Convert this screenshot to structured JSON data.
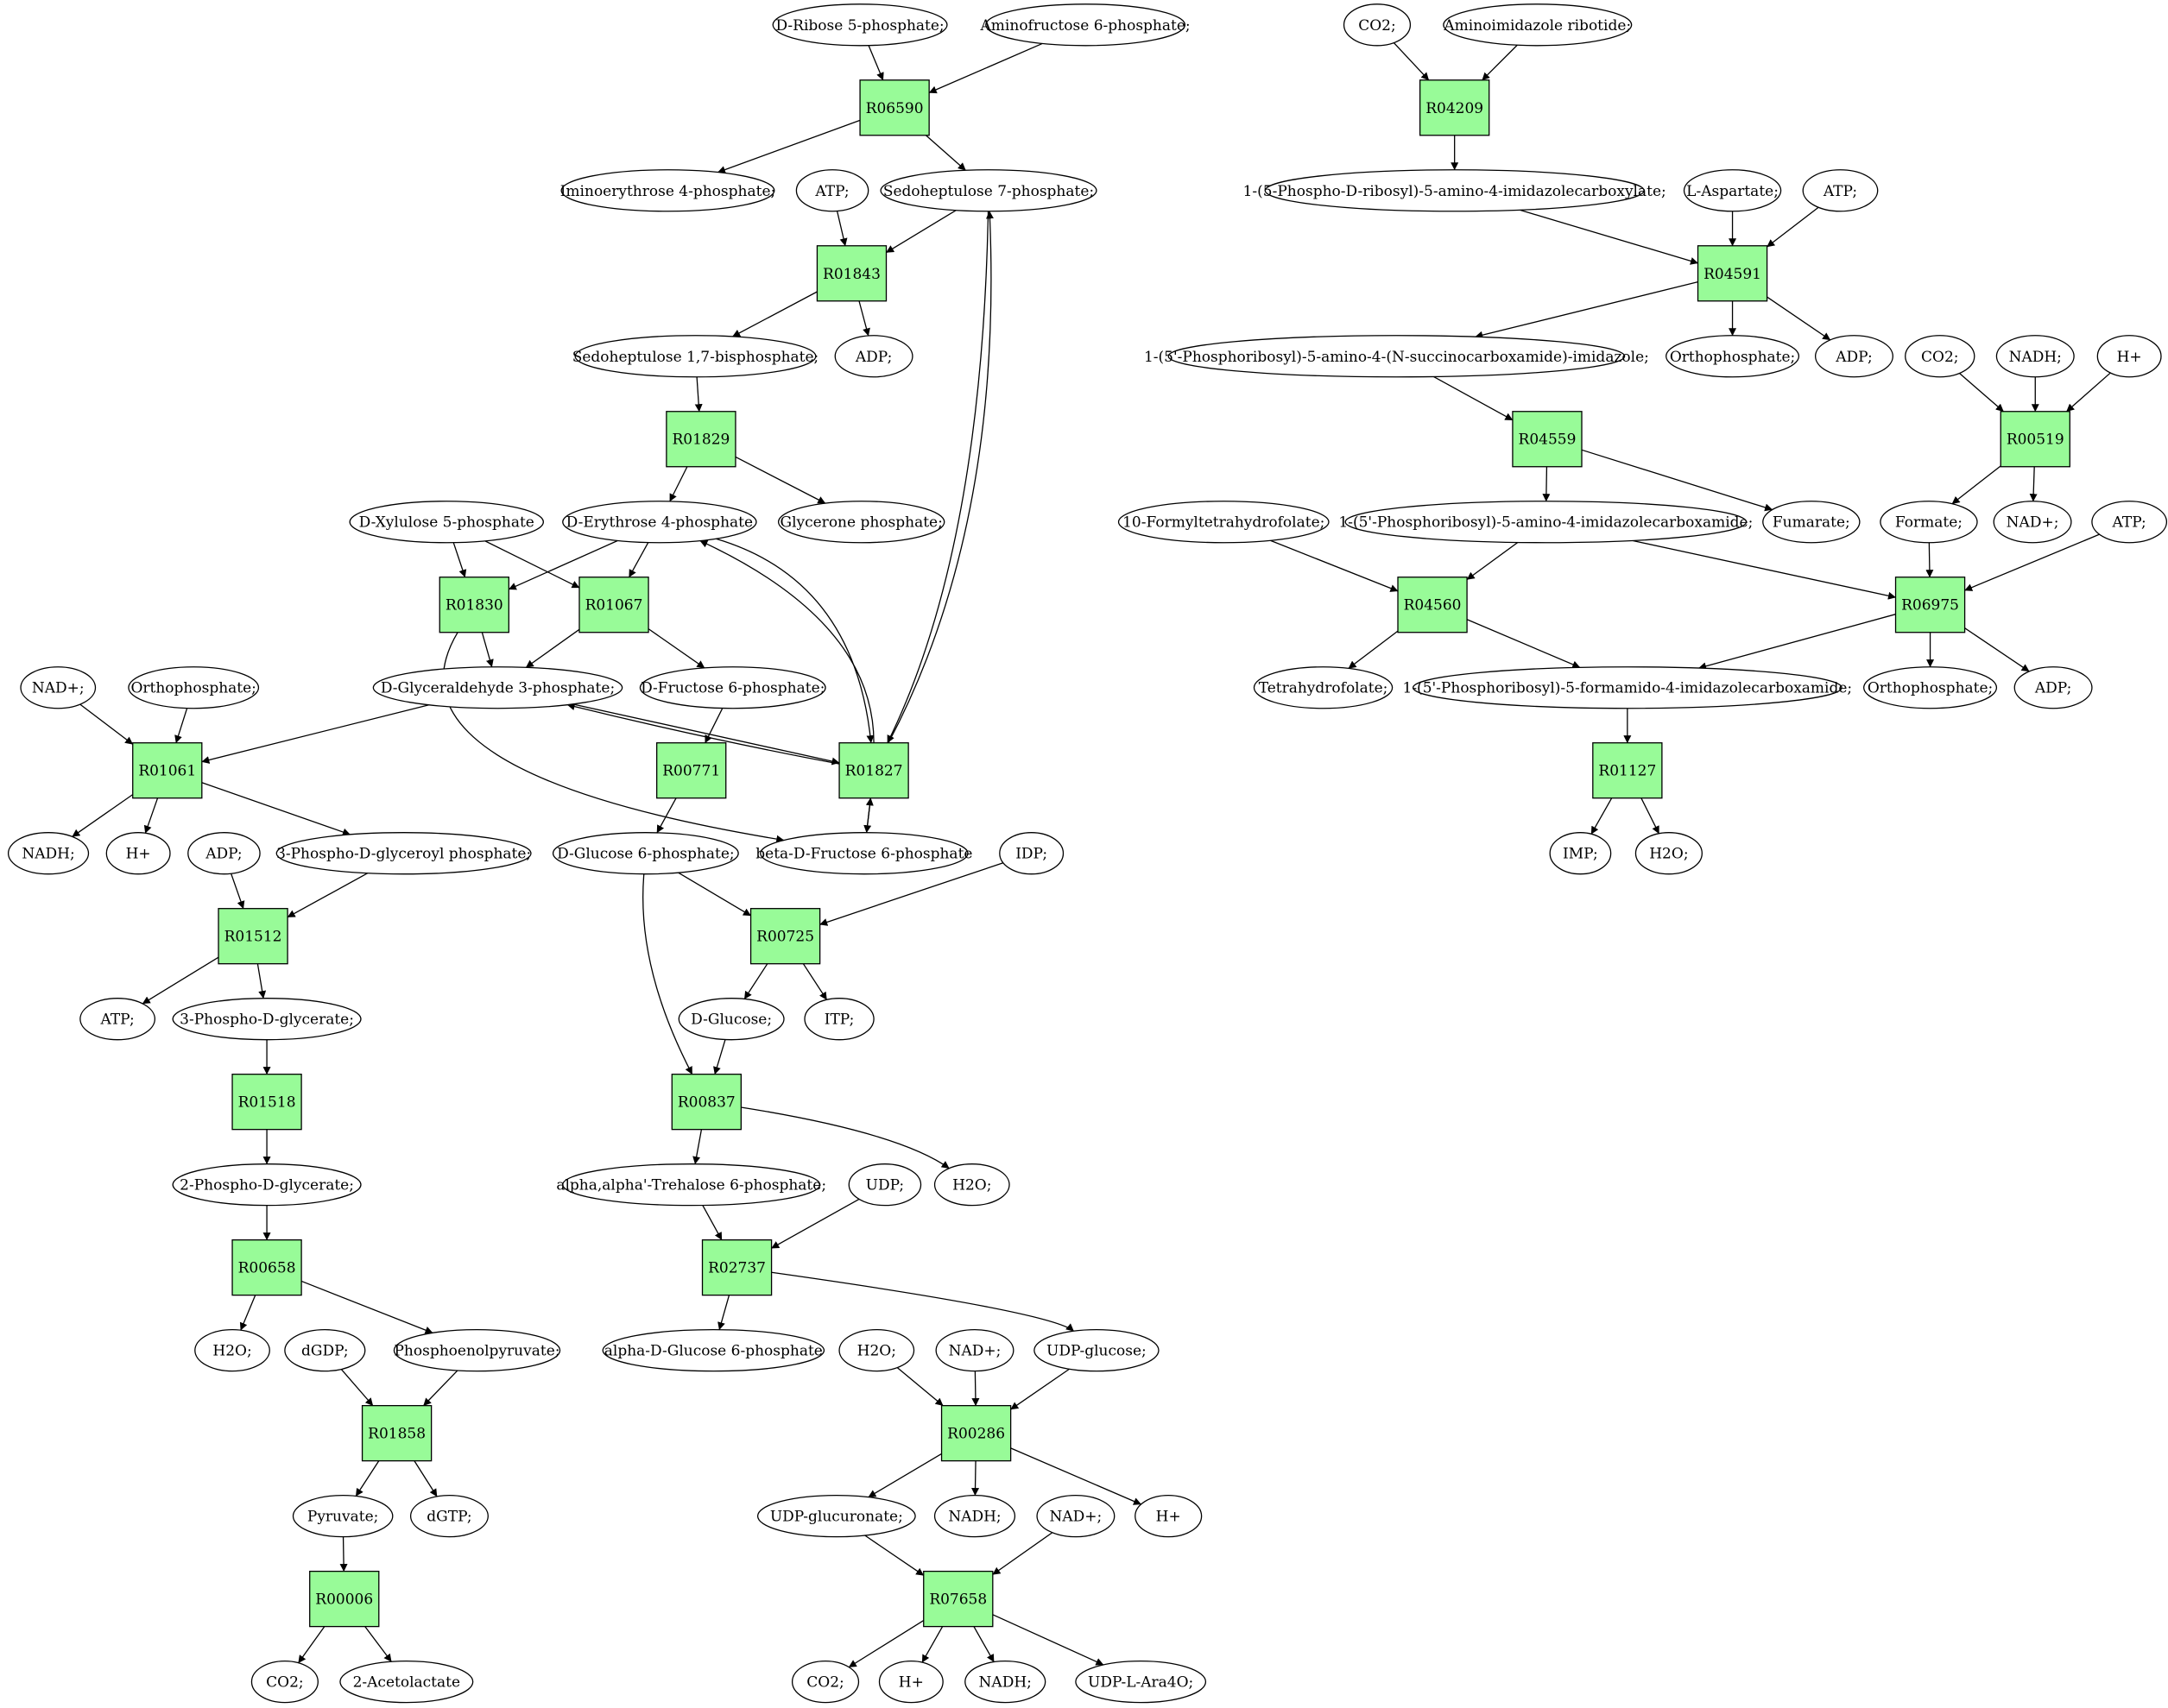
{
  "metabolites": {
    "ribose5p": {
      "label": "D-Ribose 5-phosphate;",
      "color": "#00e000"
    },
    "aminofru6p": {
      "label": "Aminofructose 6-phosphate;"
    },
    "iminoery4p": {
      "label": "Iminoerythrose 4-phosphate;"
    },
    "sedo7p": {
      "label": "Sedoheptulose 7-phosphate;"
    },
    "atp1": {
      "label": "ATP;"
    },
    "sedo17bp": {
      "label": "Sedoheptulose 1,7-bisphosphate;"
    },
    "adp1": {
      "label": "ADP;"
    },
    "ery4p": {
      "label": "D-Erythrose 4-phosphate"
    },
    "glyceroneP": {
      "label": "Glycerone phosphate;"
    },
    "xyl5p": {
      "label": "D-Xylulose 5-phosphate"
    },
    "gap": {
      "label": "D-Glyceraldehyde 3-phosphate;"
    },
    "fru6p": {
      "label": "D-Fructose 6-phosphate;"
    },
    "nadp1": {
      "label": "NAD+;"
    },
    "orthoP1": {
      "label": "Orthophosphate;"
    },
    "nadh1": {
      "label": "NADH;"
    },
    "hplus1": {
      "label": "H+"
    },
    "pgp": {
      "label": "3-Phospho-D-glyceroyl phosphate;"
    },
    "adp2": {
      "label": "ADP;"
    },
    "betafru6p": {
      "label": "beta-D-Fructose 6-phosphate"
    },
    "glc6p": {
      "label": "D-Glucose 6-phosphate;"
    },
    "idp": {
      "label": "IDP;"
    },
    "atp2": {
      "label": "ATP;"
    },
    "pg3": {
      "label": "3-Phospho-D-glycerate;"
    },
    "dglucose": {
      "label": "D-Glucose;"
    },
    "itp": {
      "label": "ITP;"
    },
    "pg2": {
      "label": "2-Phospho-D-glycerate;"
    },
    "treh6p": {
      "label": "alpha,alpha'-Trehalose 6-phosphate;"
    },
    "udp": {
      "label": "UDP;"
    },
    "h2o1": {
      "label": "H2O;"
    },
    "h2o2": {
      "label": "H2O;"
    },
    "dgdp": {
      "label": "dGDP;"
    },
    "pep": {
      "label": "Phosphoenolpyruvate;"
    },
    "aglc6p": {
      "label": "alpha-D-Glucose 6-phosphate"
    },
    "h2o3": {
      "label": "H2O;"
    },
    "nadp2": {
      "label": "NAD+;"
    },
    "udpglc": {
      "label": "UDP-glucose;"
    },
    "pyruvate": {
      "label": "Pyruvate;"
    },
    "dgtp": {
      "label": "dGTP;"
    },
    "udpglcA": {
      "label": "UDP-glucuronate;"
    },
    "nadh2": {
      "label": "NADH;"
    },
    "nadp3": {
      "label": "NAD+;"
    },
    "hplus2": {
      "label": "H+"
    },
    "co2a": {
      "label": "CO2;"
    },
    "acetolactate": {
      "label": "2-Acetolactate"
    },
    "co2b": {
      "label": "CO2;"
    },
    "hplus3": {
      "label": "H+"
    },
    "nadh3": {
      "label": "NADH;"
    },
    "udpara": {
      "label": "UDP-L-Ara4O;"
    },
    "co2c": {
      "label": "CO2;"
    },
    "air": {
      "label": "Aminoimidazole ribotide;"
    },
    "cair": {
      "label": "1-(5-Phospho-D-ribosyl)-5-amino-4-imidazolecarboxylate;"
    },
    "aspartate": {
      "label": "L-Aspartate;"
    },
    "atp3": {
      "label": "ATP;"
    },
    "saicar": {
      "label": "1-(5'-Phosphoribosyl)-5-amino-4-(N-succinocarboxamide)-imidazole;"
    },
    "orthoP2": {
      "label": "Orthophosphate;"
    },
    "adp3": {
      "label": "ADP;"
    },
    "co2d": {
      "label": "CO2;"
    },
    "nadh4": {
      "label": "NADH;"
    },
    "hplus4": {
      "label": "H+"
    },
    "formylthf": {
      "label": "10-Formyltetrahydrofolate;"
    },
    "aicar": {
      "label": "1-(5'-Phosphoribosyl)-5-amino-4-imidazolecarboxamide;"
    },
    "fumarate": {
      "label": "Fumarate;"
    },
    "formate": {
      "label": "Formate;"
    },
    "nadp4": {
      "label": "NAD+;"
    },
    "atp4": {
      "label": "ATP;"
    },
    "thf": {
      "label": "Tetrahydrofolate;"
    },
    "faicar": {
      "label": "1-(5'-Phosphoribosyl)-5-formamido-4-imidazolecarboxamide;"
    },
    "orthoP3": {
      "label": "Orthophosphate;"
    },
    "adp4": {
      "label": "ADP;"
    },
    "imp": {
      "label": "IMP;",
      "color": "#ffff00"
    },
    "h2o4": {
      "label": "H2O;"
    }
  },
  "reactions": {
    "R06590": "R06590",
    "R01843": "R01843",
    "R01829": "R01829",
    "R01830": "R01830",
    "R01067": "R01067",
    "R01061": "R01061",
    "R00771": "R00771",
    "R01827": "R01827",
    "R01512": "R01512",
    "R00725": "R00725",
    "R01518": "R01518",
    "R00837": "R00837",
    "R00658": "R00658",
    "R02737": "R02737",
    "R01858": "R01858",
    "R00286": "R00286",
    "R00006": "R00006",
    "R07658": "R07658",
    "R04209": "R04209",
    "R04591": "R04591",
    "R04559": "R04559",
    "R00519": "R00519",
    "R04560": "R04560",
    "R06975": "R06975",
    "R01127": "R01127"
  },
  "colors": {
    "reaction_fill": "#98fb98",
    "start_fill": "#00e000",
    "end_fill": "#ffff00"
  }
}
